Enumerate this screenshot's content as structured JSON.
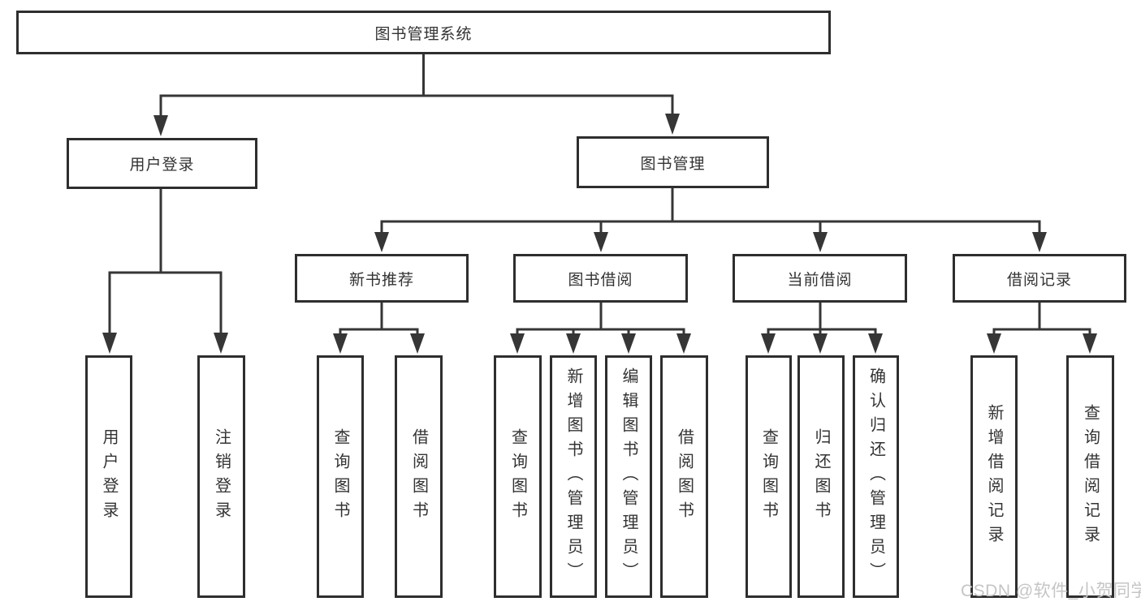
{
  "diagram": {
    "title_note": "functional structure chart of a library management system",
    "root": {
      "label": "图书管理系统"
    },
    "level2": [
      {
        "label": "用户登录"
      },
      {
        "label": "图书管理"
      }
    ],
    "level3": [
      {
        "label": "新书推荐"
      },
      {
        "label": "图书借阅"
      },
      {
        "label": "当前借阅"
      },
      {
        "label": "借阅记录"
      }
    ],
    "leaves": {
      "user_login": [
        {
          "label": "用户登录"
        },
        {
          "label": "注销登录"
        }
      ],
      "new_book": [
        {
          "label": "查询图书"
        },
        {
          "label": "借阅图书"
        }
      ],
      "book_borrow": [
        {
          "label": "查询图书"
        },
        {
          "label": "新增图书（管理员）"
        },
        {
          "label": "编辑图书（管理员）"
        },
        {
          "label": "借阅图书"
        }
      ],
      "current_borrow": [
        {
          "label": "查询图书"
        },
        {
          "label": "归还图书"
        },
        {
          "label": "确认归还（管理员）"
        }
      ],
      "borrow_record": [
        {
          "label": "新增借阅记录"
        },
        {
          "label": "查询借阅记录"
        }
      ]
    }
  },
  "watermark": {
    "text": "CSDN @软件_小贺同学"
  },
  "colors": {
    "line": "#363636",
    "box_border": "#2e2e2e",
    "text": "#333333",
    "background": "#ffffff",
    "watermark": "#c5c5c5"
  }
}
